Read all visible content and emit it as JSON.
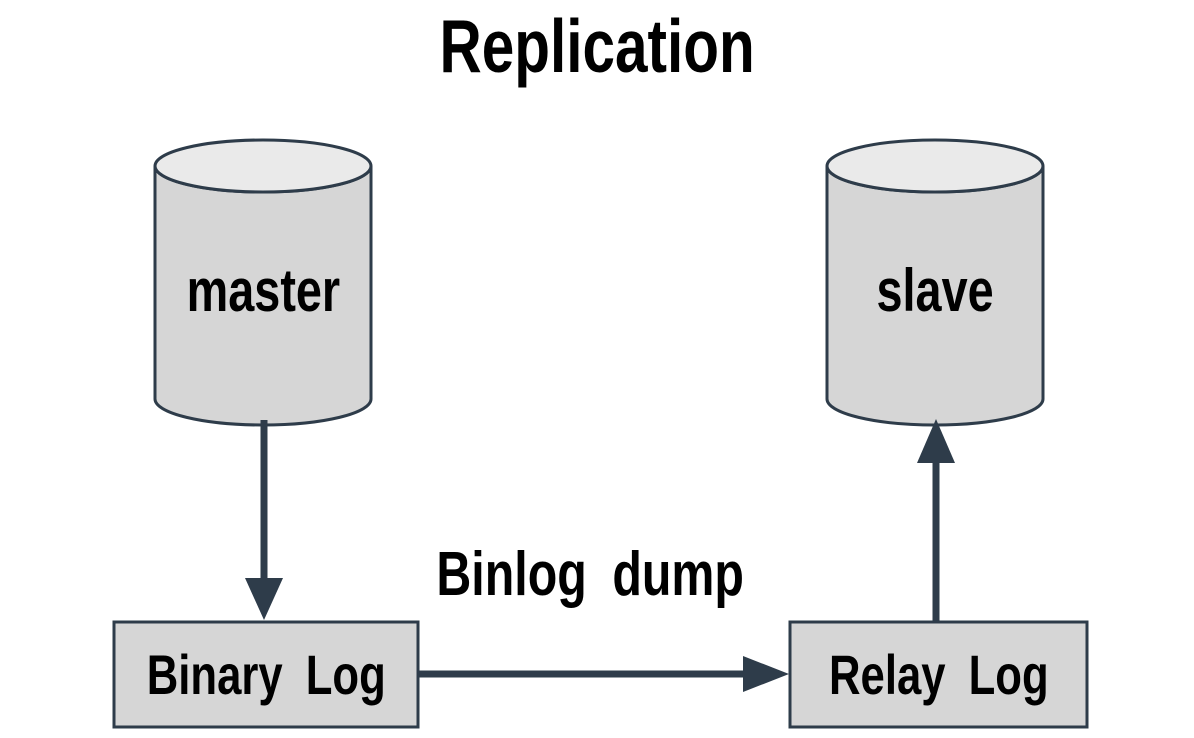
{
  "title": "Replication",
  "nodes": {
    "master": {
      "label": "master",
      "type": "cylinder"
    },
    "slave": {
      "label": "slave",
      "type": "cylinder"
    },
    "binary_log": {
      "label": "Binary Log",
      "type": "box"
    },
    "relay_log": {
      "label": "Relay Log",
      "type": "box"
    }
  },
  "edges": [
    {
      "from": "master",
      "to": "binary_log",
      "label": "",
      "direction": "down"
    },
    {
      "from": "binary_log",
      "to": "relay_log",
      "label": "Binlog dump",
      "direction": "right"
    },
    {
      "from": "relay_log",
      "to": "slave",
      "label": "",
      "direction": "up"
    }
  ],
  "colors": {
    "background": "#ffffff",
    "node_fill": "#d6d6d6",
    "cylinder_top_fill": "#eaeaea",
    "outline": "#2e3c4a",
    "text": "#000000"
  }
}
